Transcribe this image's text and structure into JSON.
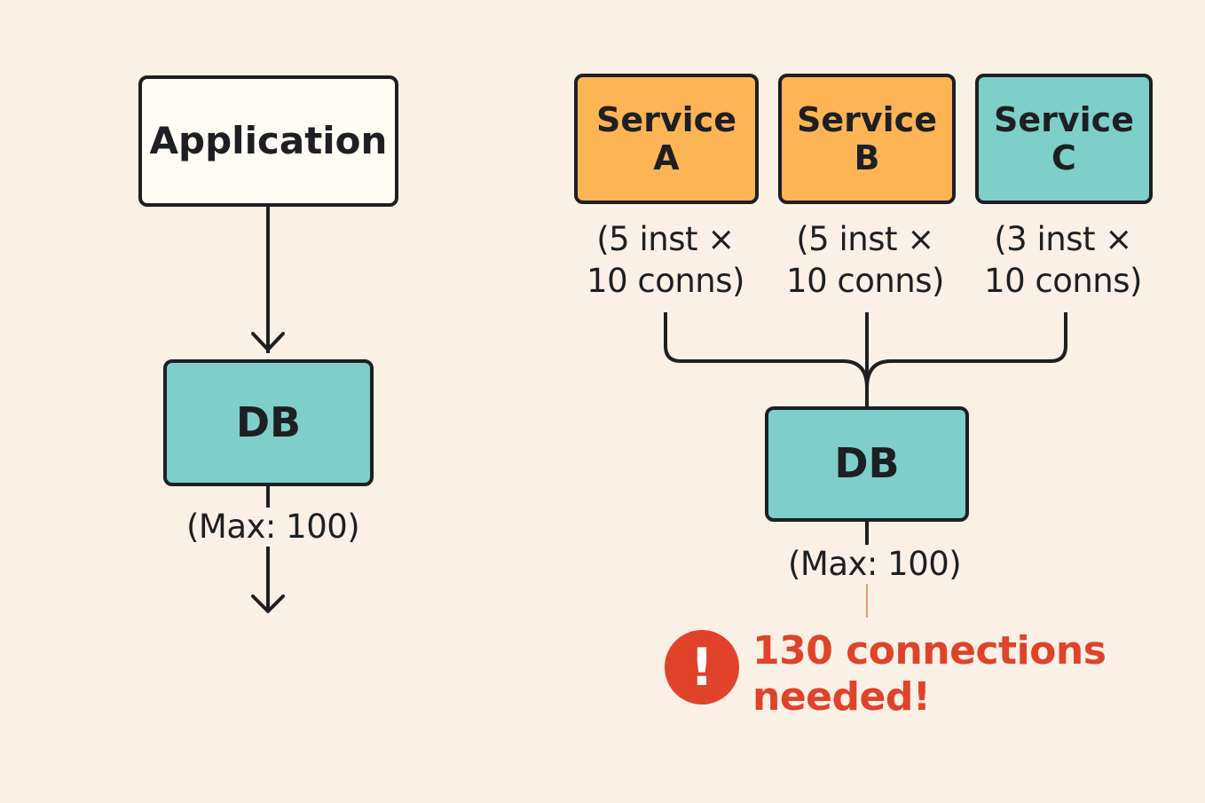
{
  "colors": {
    "background": "#FAF0E5",
    "stroke": "#1D1F22",
    "service_orange": "#FDB454",
    "service_teal": "#7ECFC9",
    "db_teal": "#7ECFC9",
    "application_fill": "#FFFBF5",
    "warning_red": "#E0432A"
  },
  "left": {
    "application": {
      "label": "Application"
    },
    "db": {
      "label": "DB",
      "max_label": "(Max: 100)"
    }
  },
  "right": {
    "services": [
      {
        "name_line1": "Service",
        "name_line2": "A",
        "caption_line1": "(5 inst ×",
        "caption_line2": "10 conns)",
        "color": "#FDB454"
      },
      {
        "name_line1": "Service",
        "name_line2": "B",
        "caption_line1": "(5 inst ×",
        "caption_line2": "10 conns)",
        "color": "#FDB454"
      },
      {
        "name_line1": "Service",
        "name_line2": "C",
        "caption_line1": "(3 inst ×",
        "caption_line2": "10 conns)",
        "color": "#7ECFC9"
      }
    ],
    "db": {
      "label": "DB",
      "max_label": "(Max: 100)"
    },
    "warning": {
      "icon": "exclamation-icon",
      "icon_glyph": "!",
      "line1": "130 connections",
      "line2": "needed!"
    }
  }
}
